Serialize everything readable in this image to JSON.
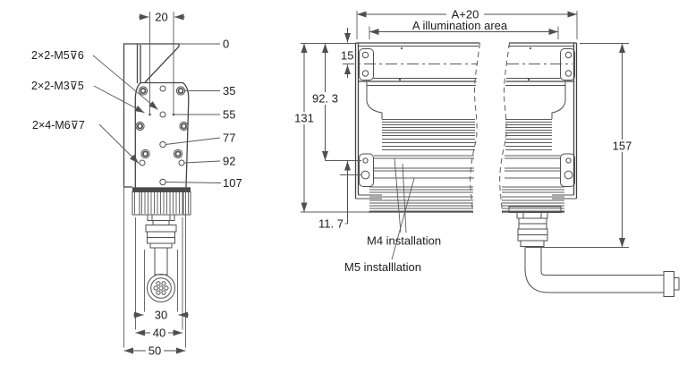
{
  "colors": {
    "line": "#4f4f4f",
    "text": "#1c1c1c",
    "background": "#ffffff"
  },
  "left_view": {
    "dim_pitch": "20",
    "labels": {
      "m5": "2×2-M5⊽6",
      "m3": "2×2-M3⊽5",
      "m6": "2×4-M6⊽7"
    },
    "levels": {
      "l0": "0",
      "l35": "35",
      "l55": "55",
      "l77": "77",
      "l92": "92",
      "l107": "107"
    },
    "widths": {
      "d30": "30",
      "d40": "40",
      "d50": "50"
    }
  },
  "right_view": {
    "dim_overall": "A+20",
    "dim_illumination": "A illumination area",
    "dim_window_offset": "15",
    "dim_mount_offset": "92. 3",
    "dim_body_height": "131",
    "dim_hole_gap": "11. 7",
    "dim_overall_height": "157",
    "labels": {
      "m4": "M4 installation",
      "m5": "M5 installlation"
    }
  }
}
